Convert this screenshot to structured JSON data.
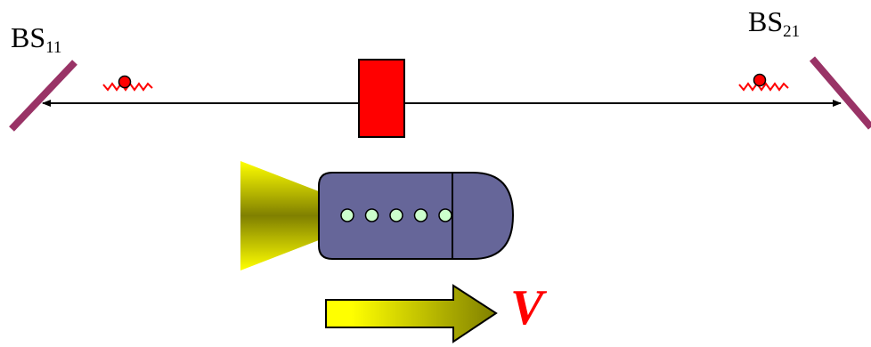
{
  "labels": {
    "bs11": {
      "main": "BS",
      "sub": "11"
    },
    "bs21": {
      "main": "BS",
      "sub": "21"
    },
    "velocity": "V"
  },
  "colors": {
    "mirror": "#993366",
    "block": "#ff0000",
    "photon_dot": "#ff0000",
    "photon_wave": "#ff0000",
    "rocket_body": "#666699",
    "rocket_window": "#ccffcc",
    "flame_light": "#ffff00",
    "flame_dark": "#808000",
    "arrow_light": "#ffff00",
    "arrow_dark": "#808000",
    "axis_line": "#000000",
    "velocity_text": "#ff0000"
  },
  "rocket": {
    "window_count": 5
  }
}
